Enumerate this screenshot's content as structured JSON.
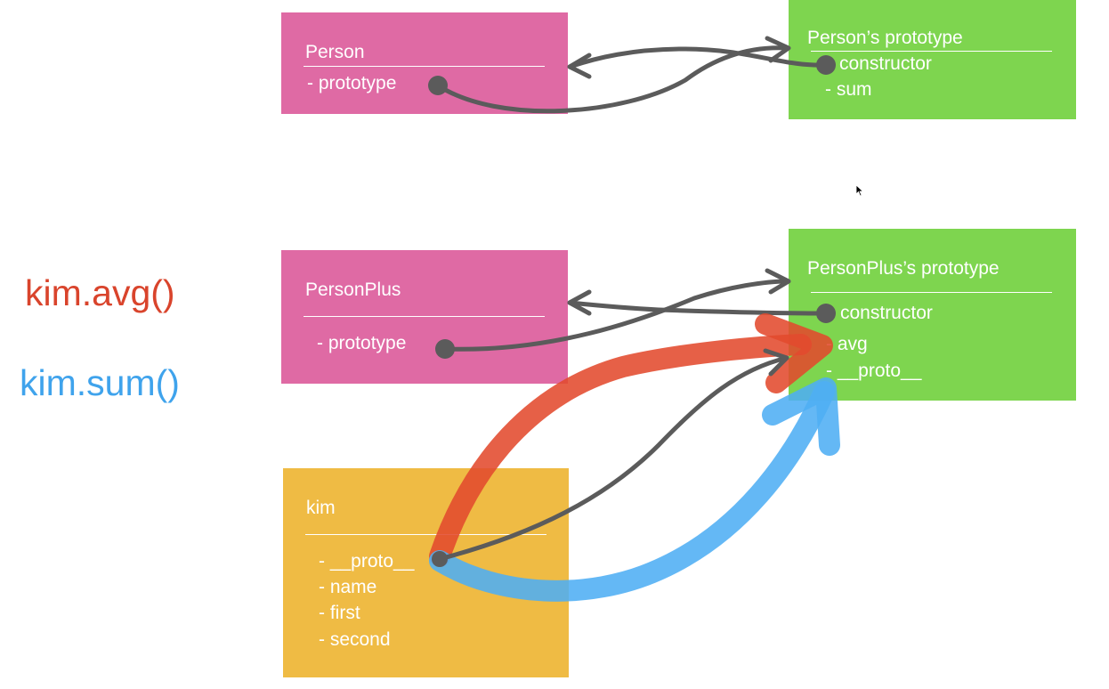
{
  "colors": {
    "pink": "#df6aa4",
    "green": "#7ed54f",
    "yellow": "#efbb44",
    "arrow_gray": "#5b5b5b",
    "avg_red": "#e34a2e",
    "sum_blue": "#4faef4"
  },
  "calls": {
    "avg": "kim.avg()",
    "sum": "kim.sum()"
  },
  "person": {
    "title": "Person",
    "items": [
      "- prototype"
    ]
  },
  "person_proto": {
    "title": "Person’s prototype",
    "items": [
      "constructor",
      "- sum"
    ]
  },
  "personplus": {
    "title": "PersonPlus",
    "items": [
      "- prototype"
    ]
  },
  "personplus_proto": {
    "title": "PersonPlus’s prototype",
    "items": [
      "constructor",
      "- avg",
      "- __proto__"
    ]
  },
  "kim": {
    "title": "kim",
    "items": [
      "- __proto__",
      "- name",
      "- first",
      "- second"
    ]
  },
  "icons": {
    "cursor": "mouse-pointer-icon"
  }
}
